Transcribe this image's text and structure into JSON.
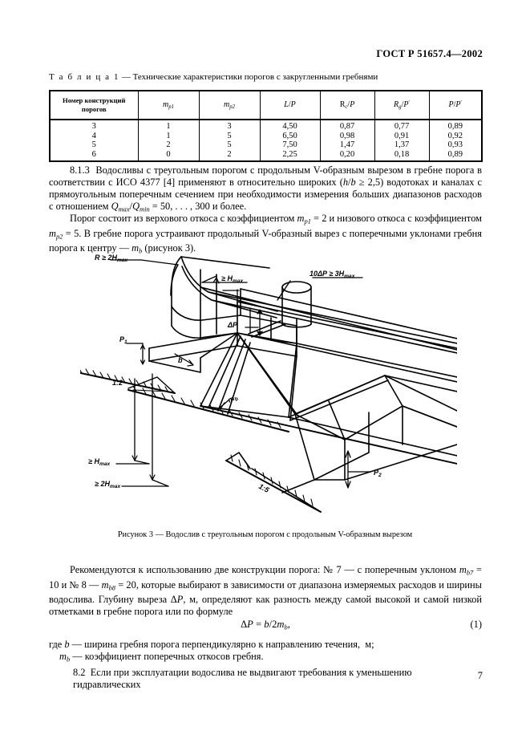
{
  "document": {
    "standard_header": "ГОСТ Р 51657.4—2002",
    "page_number": "7"
  },
  "table": {
    "caption_label": "Т а б л и ц а  1",
    "caption_text": " — Технические характеристики порогов с закругленными гребнями",
    "headers": [
      "Номер конструкций порогов",
      "m p1",
      "m p2",
      "L/P",
      "Rc/P",
      "Rg/P'",
      "P/P'"
    ],
    "rows": [
      {
        "num": "3",
        "mp1": "1",
        "mp2": "3",
        "lp": "4,50",
        "rcp": "0,87",
        "rgp": "0,77",
        "pp": "0,89"
      },
      {
        "num": "4",
        "mp1": "1",
        "mp2": "5",
        "lp": "6,50",
        "rcp": "0,98",
        "rgp": "0,91",
        "pp": "0,92"
      },
      {
        "num": "5",
        "mp1": "2",
        "mp2": "5",
        "lp": "7,50",
        "rcp": "1,47",
        "rgp": "1,37",
        "pp": "0,93"
      },
      {
        "num": "6",
        "mp1": "0",
        "mp2": "2",
        "lp": "2,25",
        "rcp": "0,20",
        "rgp": "0,18",
        "pp": "0,89"
      }
    ]
  },
  "paragraphs": {
    "p813_number": "8.1.3",
    "p813_text": "Водосливы с треугольным порогом с продольным V-образным вырезом в гребне порога в соответствии с ИСО 4377 [4] применяют в относительно широких (h/b ≥ 2,5) водотоках и каналах с прямоугольным поперечным сечением при необходимости измерения больших диапазонов расходов с отношением Qmax/Qmin = 50, . . . , 300 и более.",
    "p_porog_text": "Порог состоит из верхового откоса с коэффициентом mp1 = 2 и низового откоса с коэффициентом mp2 = 5. В гребне порога устраивают продольный V-образный вырез с поперечными уклонами гребня порога к центру — mb (рисунок 3).",
    "p_recommend_text": "Рекомендуются к использованию две конструкции порога: № 7 — с поперечным уклоном mb7 = 10 и № 8 — mb8 = 20, которые выбирают в зависимости от диапазона измеряемых расходов и ширины водослива. Глубину выреза ΔP, м, определяют как разность между самой высокой и самой низкой отметками в гребне порога или по формуле"
  },
  "formula": {
    "expression": "ΔP = b/2mb,",
    "number": "(1)"
  },
  "where_block": {
    "line1": "где b — ширина гребня порога перпендикулярно к направлению течения,  м;",
    "line2": "mb — коэффициент поперечных откосов гребня.",
    "line3_number": "8.2",
    "line3_text": "Если при эксплуатации водослива не выдвигают требования к уменьшению гидравлических"
  },
  "figure": {
    "caption_label": "Рисунок 3",
    "caption_text": " — Водослив с треугольным порогом с продольным V-образным вырезом",
    "labels": {
      "radius": "R ≥ 2H",
      "radius_sub": "max",
      "crest_len": "≥ H",
      "crest_len_sub": "max",
      "deltap_dist": "10ΔP ≥ 3H",
      "deltap_dist_sub": "max",
      "delta_p": "ΔP",
      "width_b": "b",
      "p1": "P",
      "p1_sub": "1",
      "p2": "P",
      "p2_sub": "2",
      "slope_up": "1:2",
      "slope_down": "1:5",
      "mb": "m",
      "mb_sub": "b",
      "h_clear": "≥ H",
      "h_clear_sub": "max",
      "h_clear2": "≥ 2H",
      "h_clear2_sub": "max"
    }
  }
}
